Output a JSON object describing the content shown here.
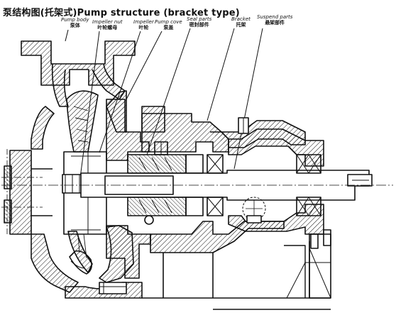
{
  "title": "泵结构图(托架式)Pump structure (bracket type)",
  "callouts": [
    {
      "en": "Pump body",
      "zh": "泵体"
    },
    {
      "en": "Impeller nut",
      "zh": "叶轮螺母"
    },
    {
      "en": "Impeller",
      "zh": "叶轮"
    },
    {
      "en": "Pump cove",
      "zh": "泵盖"
    },
    {
      "en": "Seal parts",
      "zh": "密封部件"
    },
    {
      "en": "Bracket",
      "zh": "托架"
    },
    {
      "en": "Suspend parts",
      "zh": "悬架部件"
    }
  ],
  "colors": {
    "ink": "#111111",
    "paper": "#ffffff"
  }
}
